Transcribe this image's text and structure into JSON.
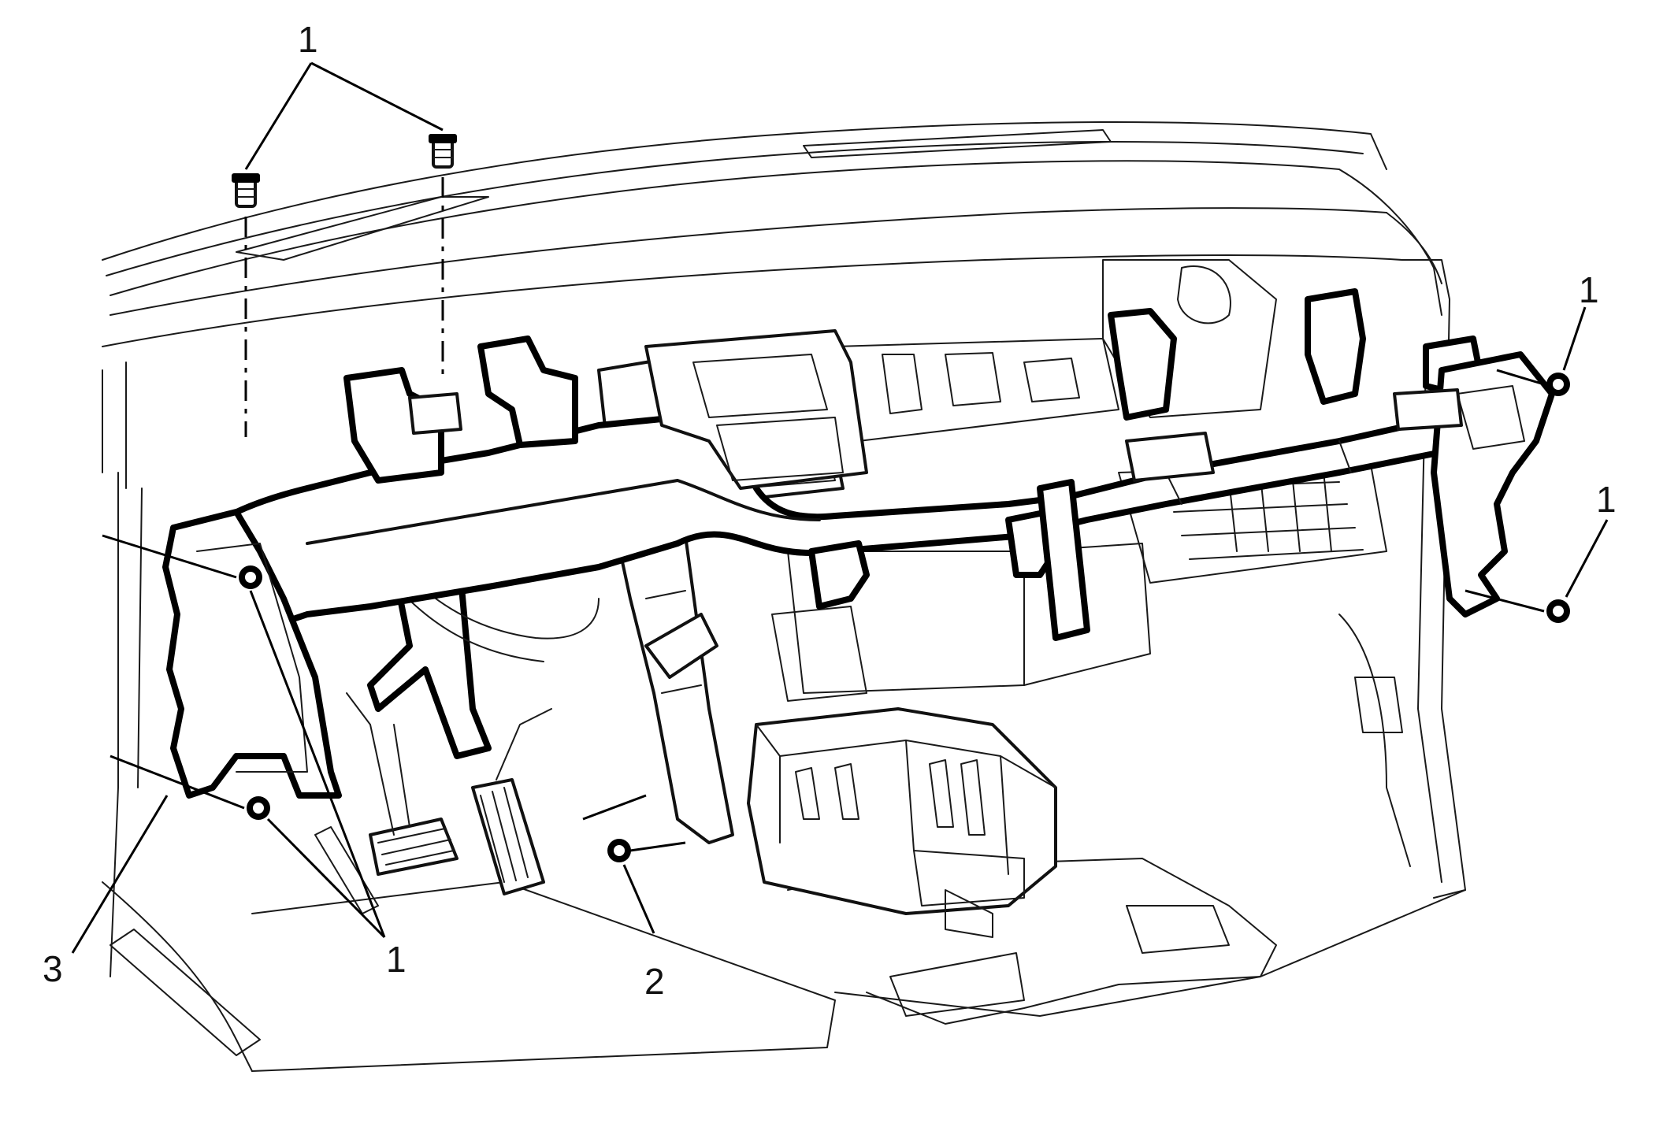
{
  "diagram": {
    "callouts": [
      {
        "id": "top",
        "label": "1"
      },
      {
        "id": "right-upper",
        "label": "1"
      },
      {
        "id": "right-lower",
        "label": "1"
      },
      {
        "id": "bottom-left",
        "label": "1"
      },
      {
        "id": "bottom-mid",
        "label": "2"
      },
      {
        "id": "left-bottom",
        "label": "3"
      }
    ],
    "colors": {
      "line": "#000000",
      "background": "#ffffff"
    }
  }
}
